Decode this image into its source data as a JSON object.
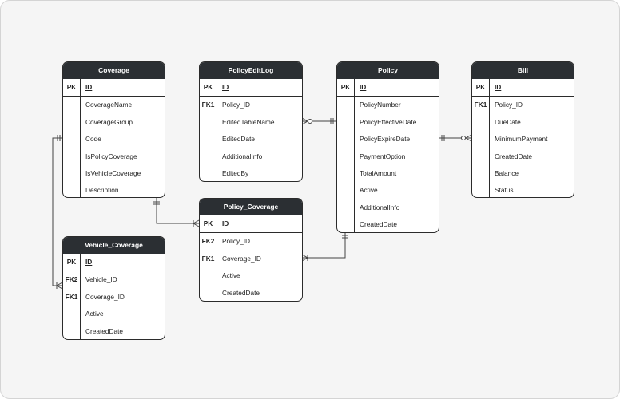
{
  "entities": [
    {
      "id": "coverage",
      "title": "Coverage",
      "pk": "ID",
      "fields": [
        {
          "key": "",
          "name": "CoverageName"
        },
        {
          "key": "",
          "name": "CoverageGroup"
        },
        {
          "key": "",
          "name": "Code"
        },
        {
          "key": "",
          "name": "IsPolicyCoverage"
        },
        {
          "key": "",
          "name": "IsVehicleCoverage"
        },
        {
          "key": "",
          "name": "Description"
        }
      ]
    },
    {
      "id": "policyeditlog",
      "title": "PolicyEditLog",
      "pk": "ID",
      "fields": [
        {
          "key": "FK1",
          "name": "Policy_ID"
        },
        {
          "key": "",
          "name": "EditedTableName"
        },
        {
          "key": "",
          "name": "EditedDate"
        },
        {
          "key": "",
          "name": "AdditionalInfo"
        },
        {
          "key": "",
          "name": "EditedBy"
        }
      ]
    },
    {
      "id": "policy",
      "title": "Policy",
      "pk": "ID",
      "fields": [
        {
          "key": "",
          "name": "PolicyNumber"
        },
        {
          "key": "",
          "name": "PolicyEffectiveDate"
        },
        {
          "key": "",
          "name": "PolicyExpireDate"
        },
        {
          "key": "",
          "name": "PaymentOption"
        },
        {
          "key": "",
          "name": "TotalAmount"
        },
        {
          "key": "",
          "name": "Active"
        },
        {
          "key": "",
          "name": "AdditionalInfo"
        },
        {
          "key": "",
          "name": "CreatedDate"
        }
      ]
    },
    {
      "id": "bill",
      "title": "Bill",
      "pk": "ID",
      "fields": [
        {
          "key": "FK1",
          "name": "Policy_ID"
        },
        {
          "key": "",
          "name": "DueDate"
        },
        {
          "key": "",
          "name": "MinimumPayment"
        },
        {
          "key": "",
          "name": "CreatedDate"
        },
        {
          "key": "",
          "name": "Balance"
        },
        {
          "key": "",
          "name": "Status"
        }
      ]
    },
    {
      "id": "policy_coverage",
      "title": "Policy_Coverage",
      "pk": "ID",
      "fields": [
        {
          "key": "FK2",
          "name": "Policy_ID"
        },
        {
          "key": "FK1",
          "name": "Coverage_ID"
        },
        {
          "key": "",
          "name": "Active"
        },
        {
          "key": "",
          "name": "CreatedDate"
        }
      ]
    },
    {
      "id": "vehicle_coverage",
      "title": "Vehicle_Coverage",
      "pk": "ID",
      "fields": [
        {
          "key": "FK2",
          "name": "Vehicle_ID"
        },
        {
          "key": "FK1",
          "name": "Coverage_ID"
        },
        {
          "key": "",
          "name": "Active"
        },
        {
          "key": "",
          "name": "CreatedDate"
        }
      ]
    }
  ],
  "pk_label": "PK",
  "colors": {
    "header": "#2b2f33",
    "border": "#2b2b2b",
    "background": "#f5f5f5",
    "entity": "#ffffff",
    "line": "#444444"
  },
  "relationships": [
    {
      "from": "coverage",
      "to": "vehicle_coverage",
      "cardinality": "one-to-many"
    },
    {
      "from": "coverage",
      "to": "policy_coverage",
      "cardinality": "one-to-many"
    },
    {
      "from": "policy",
      "to": "policy_coverage",
      "cardinality": "one-to-many"
    },
    {
      "from": "policy",
      "to": "policyeditlog",
      "cardinality": "one-to-zero-or-many"
    },
    {
      "from": "policy",
      "to": "bill",
      "cardinality": "one-to-zero-or-many"
    }
  ]
}
